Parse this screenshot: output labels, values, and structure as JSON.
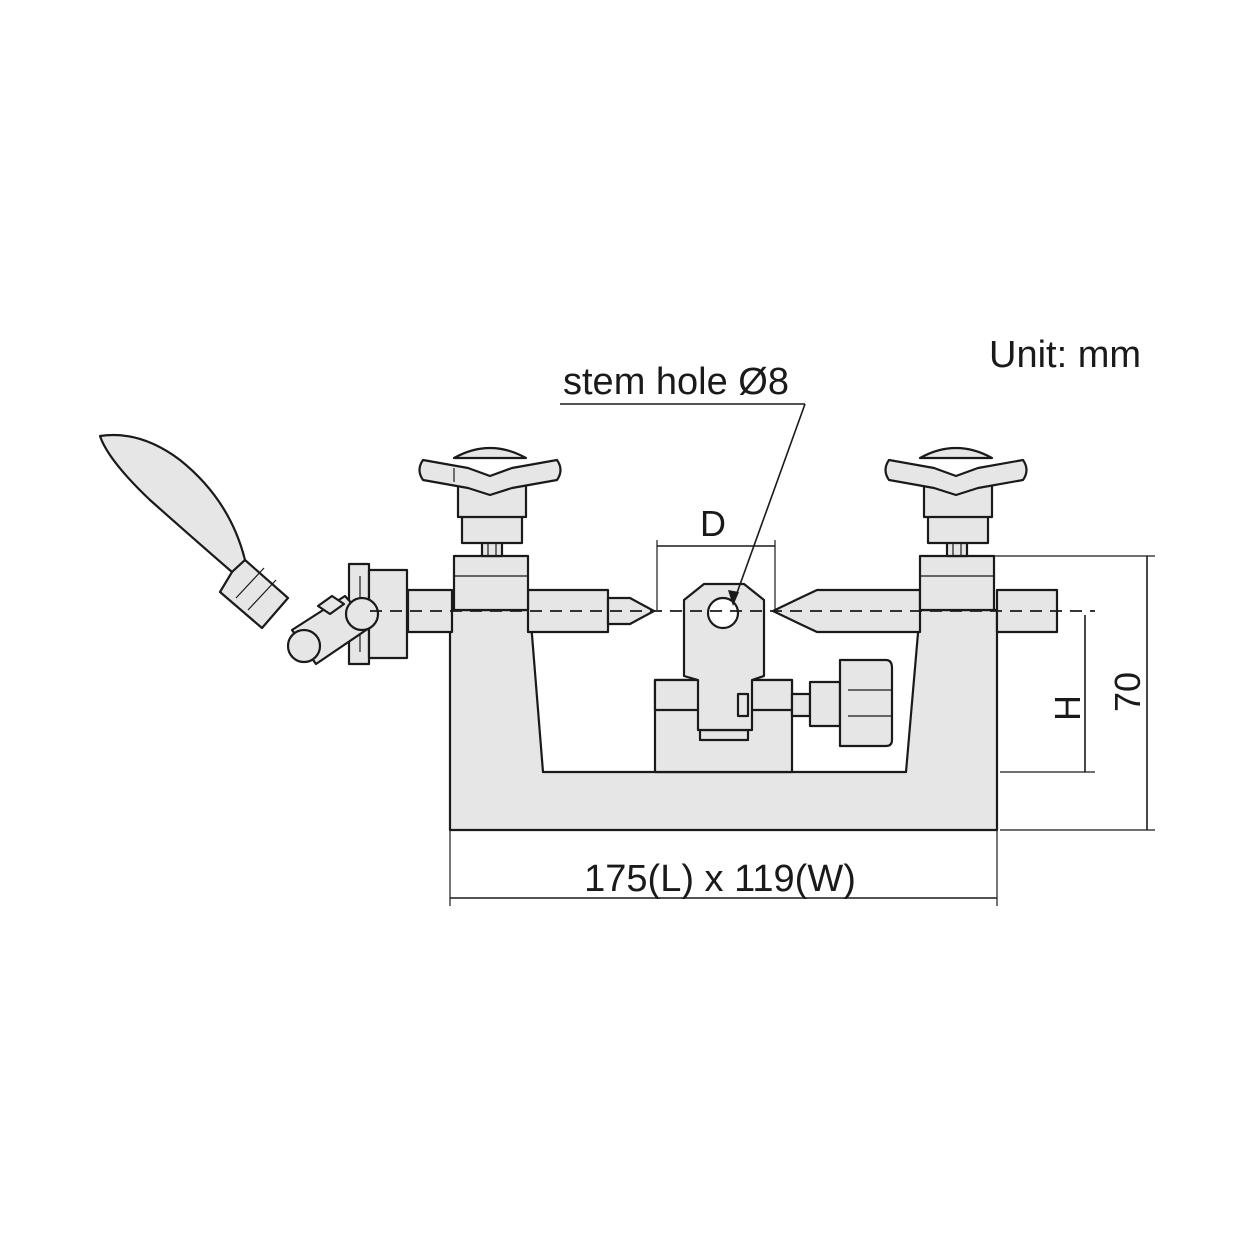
{
  "labels": {
    "unit": "Unit: mm",
    "stem_hole": "stem hole Ø8",
    "dim_d": "D",
    "dim_h": "H",
    "dim_height": "70",
    "dim_base": "175(L) x 119(W)"
  },
  "colors": {
    "part_fill": "#e6e6e6",
    "outline": "#1a1a1a",
    "background": "#ffffff"
  }
}
